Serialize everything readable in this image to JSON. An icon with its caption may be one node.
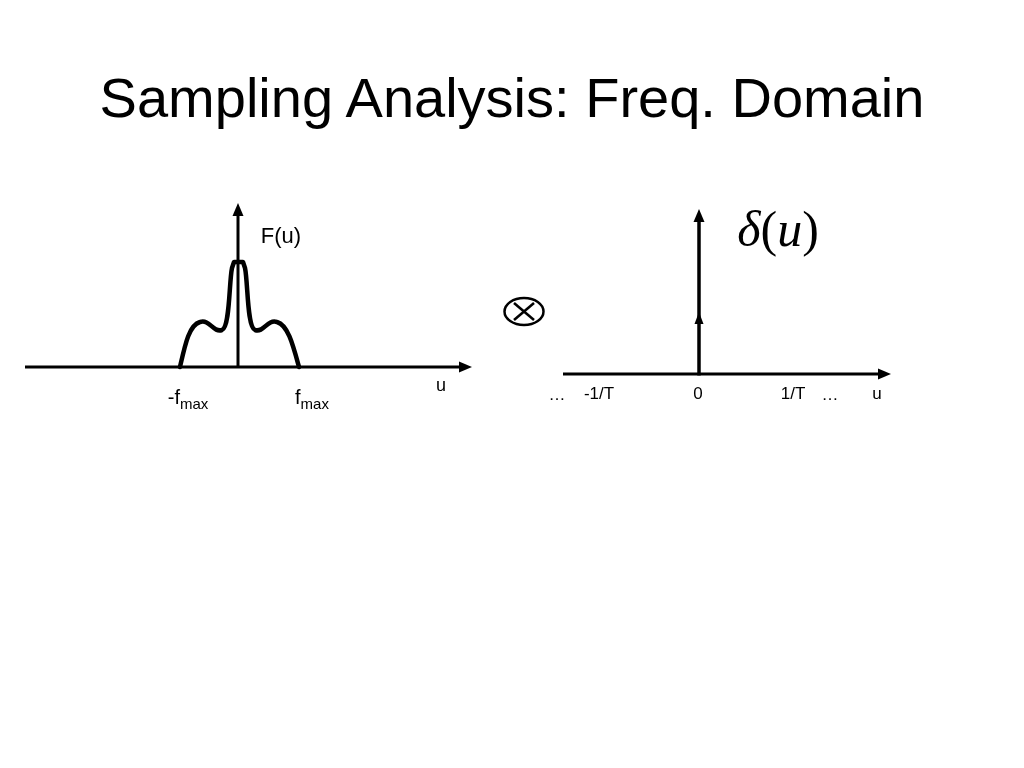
{
  "diagram": {
    "title": "Sampling Analysis: Freq. Domain",
    "labels": [
      "F(u)",
      "*δ*(*u*)",
      "-f$_{max}$",
      "f$_{max}$",
      "u",
      "…",
      "-1/T",
      "0",
      "1/T",
      "…",
      "u"
    ]
  }
}
